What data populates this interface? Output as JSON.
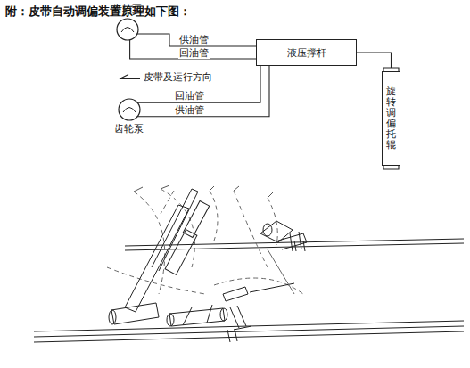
{
  "diagram": {
    "title": "附：皮带自动调偏装置原理如下图：",
    "nodes": [
      {
        "text": [
          "齿轮泵"
        ]
      },
      {
        "text": [
          "液压撑杆"
        ]
      },
      {
        "text": [
          "旋转调偏托辊"
        ]
      },
      {
        "text": [
          "齿轮泵"
        ]
      }
    ],
    "edges": [
      {
        "from": 0,
        "to": 1,
        "label": "供油管",
        "arrow": "none"
      },
      {
        "from": 0,
        "to": 1,
        "label": "回油管",
        "arrow": "none"
      },
      {
        "from": 3,
        "to": 1,
        "label": "回油管",
        "arrow": "none"
      },
      {
        "from": 3,
        "to": 1,
        "label": "供油管",
        "arrow": "none"
      },
      {
        "from": 1,
        "to": 2,
        "arrow": "none"
      }
    ],
    "labels": [
      "皮带及运行方向"
    ]
  }
}
